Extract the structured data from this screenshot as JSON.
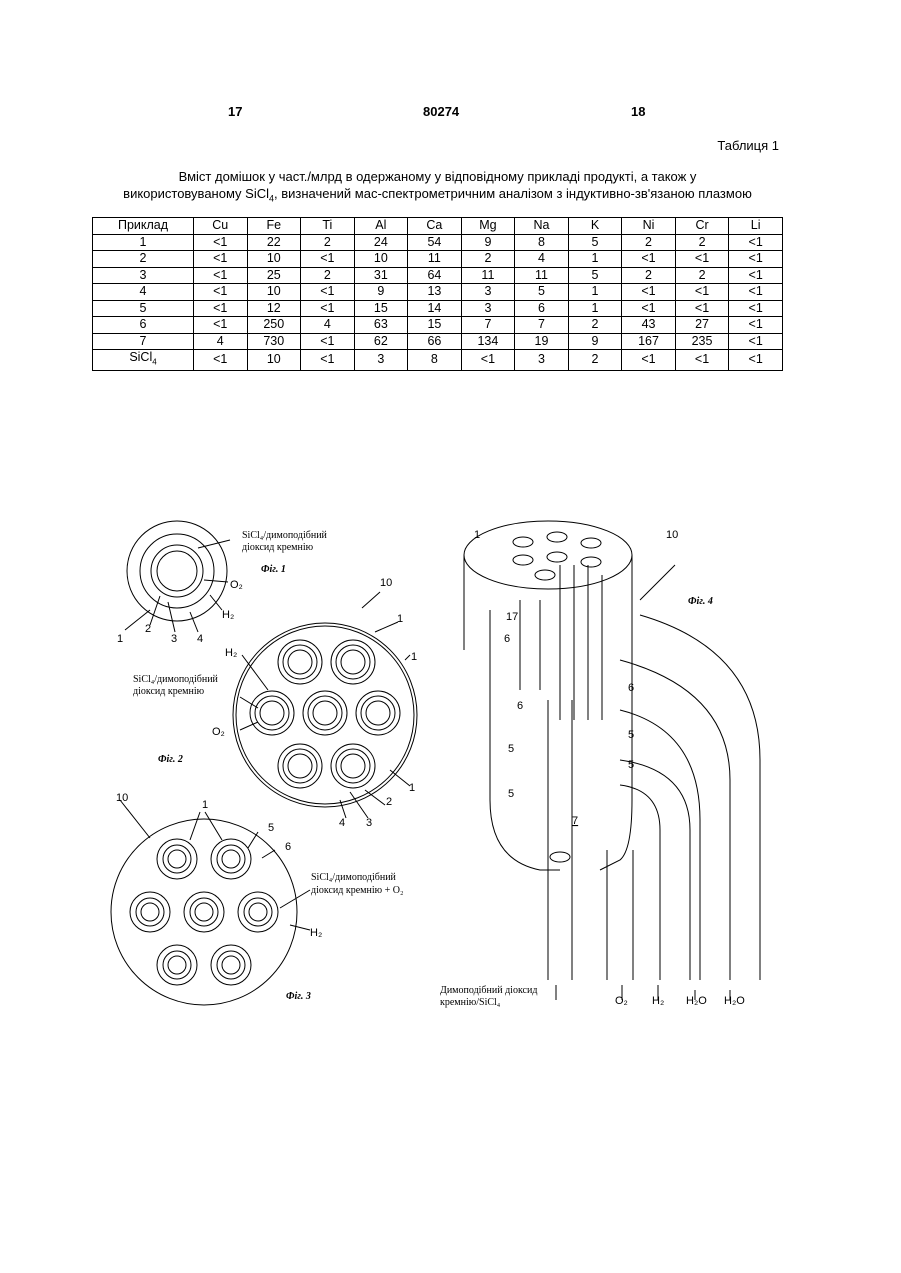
{
  "header": {
    "left": "17",
    "center": "80274",
    "right": "18"
  },
  "table_label": "Таблиця 1",
  "caption": {
    "line1": "Вміст домішок у част./млрд в одержаному у відповідному прикладі продукті, а також у",
    "line2_prefix": "використовуваному SiCl",
    "line2_sub": "4",
    "line2_suffix": ", визначений мас-спектрометричним аналізом з індуктивно-зв'язаною плазмою"
  },
  "table": {
    "columns": [
      "Приклад",
      "Cu",
      "Fe",
      "Ti",
      "Al",
      "Ca",
      "Mg",
      "Na",
      "K",
      "Ni",
      "Cr",
      "Li"
    ],
    "rows": [
      [
        "1",
        "<1",
        "22",
        "2",
        "24",
        "54",
        "9",
        "8",
        "5",
        "2",
        "2",
        "<1"
      ],
      [
        "2",
        "<1",
        "10",
        "<1",
        "10",
        "11",
        "2",
        "4",
        "1",
        "<1",
        "<1",
        "<1"
      ],
      [
        "3",
        "<1",
        "25",
        "2",
        "31",
        "64",
        "11",
        "11",
        "5",
        "2",
        "2",
        "<1"
      ],
      [
        "4",
        "<1",
        "10",
        "<1",
        "9",
        "13",
        "3",
        "5",
        "1",
        "<1",
        "<1",
        "<1"
      ],
      [
        "5",
        "<1",
        "12",
        "<1",
        "15",
        "14",
        "3",
        "6",
        "1",
        "<1",
        "<1",
        "<1"
      ],
      [
        "6",
        "<1",
        "250",
        "4",
        "63",
        "15",
        "7",
        "7",
        "2",
        "43",
        "27",
        "<1"
      ],
      [
        "7",
        "4",
        "730",
        "<1",
        "62",
        "66",
        "134",
        "19",
        "9",
        "167",
        "235",
        "<1"
      ],
      [
        "SiCl4",
        "<1",
        "10",
        "<1",
        "3",
        "8",
        "<1",
        "3",
        "2",
        "<1",
        "<1",
        "<1"
      ]
    ]
  },
  "figures": {
    "fig1": {
      "caption": "Фіг. 1",
      "label_line1": "SiCl₄/димоподібний",
      "label_line2": "діоксид кремнію",
      "o2": "O₂",
      "h2": "H₂",
      "refs": [
        "1",
        "2",
        "3",
        "4"
      ]
    },
    "fig2": {
      "caption": "Фіг. 2",
      "ref_10": "10",
      "h2": "H₂",
      "o2": "O₂",
      "label_line1": "SiCl₄/димоподібний",
      "label_line2": "діоксид кремнію",
      "refs": [
        "1",
        "1",
        "1",
        "2",
        "3",
        "4"
      ]
    },
    "fig3": {
      "caption": "Фіг. 3",
      "ref_10": "10",
      "label_line1": "SiCl₄/димоподібний",
      "label_line2": "діоксид кремнію + O₂",
      "h2": "H₂",
      "refs": [
        "1",
        "5",
        "6"
      ]
    },
    "fig4": {
      "caption": "Фіг. 4",
      "ref_10": "10",
      "refs": [
        "1",
        "17",
        "6",
        "6",
        "6",
        "5",
        "5",
        "5",
        "5",
        "7"
      ],
      "inlet_line1": "Димоподібний діоксид",
      "inlet_line2": "кремнію/SiCl₄",
      "o2": "O₂",
      "h2": "H₂",
      "h2o_a": "H₂O",
      "h2o_b": "H₂O"
    }
  }
}
